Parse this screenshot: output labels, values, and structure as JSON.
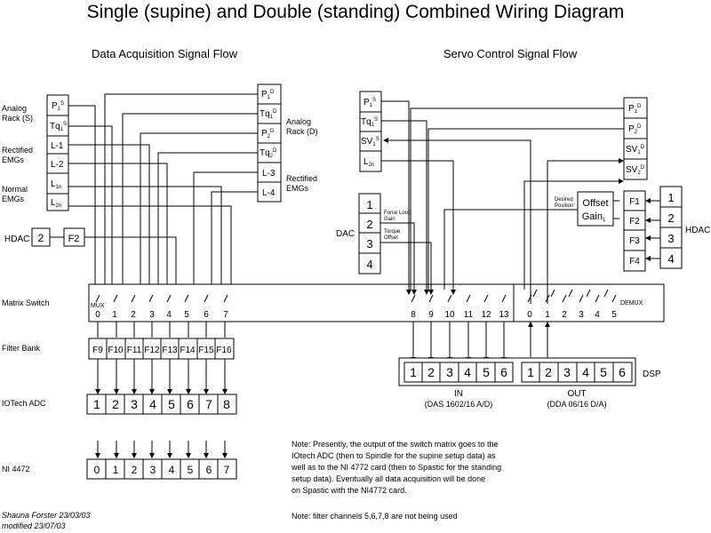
{
  "title": "Single (supine) and Double (standing) Combined Wiring Diagram",
  "data_acq": {
    "heading": "Data Acquisition Signal Flow",
    "group_analog_s": [
      "Analog",
      "Rack (S)"
    ],
    "group_rectified": [
      "Rectified",
      "EMGs"
    ],
    "group_normal": [
      "Normal",
      "EMGs"
    ],
    "left_sources": [
      {
        "label": "P",
        "sub": "1",
        "sup": "S"
      },
      {
        "label": "Tq",
        "sub": "1",
        "sup": "S"
      },
      {
        "label": "L-1"
      },
      {
        "label": "L-2"
      },
      {
        "label": "L",
        "sub": "1n"
      },
      {
        "label": "L",
        "sub": "2n"
      }
    ],
    "right_sources": [
      {
        "label": "P",
        "sub": "1",
        "sup": "D"
      },
      {
        "label": "Tq",
        "sub": "1",
        "sup": "D"
      },
      {
        "label": "P",
        "sub": "2",
        "sup": "D"
      },
      {
        "label": "Tq",
        "sub": "2",
        "sup": "D"
      },
      {
        "label": "L-3"
      },
      {
        "label": "L-4"
      }
    ],
    "group_analog_d": [
      "Analog",
      "Rack (D)"
    ],
    "group_rectified_right": [
      "Rectified",
      "EMGs"
    ],
    "hdac_label": "HDAC",
    "hdac_channel": "2",
    "hdac_filter": "F2"
  },
  "servo": {
    "heading": "Servo Control Signal Flow",
    "left_sources": [
      {
        "label": "P",
        "sub": "1",
        "sup": "S"
      },
      {
        "label": "Tq",
        "sub": "1",
        "sup": "S"
      },
      {
        "label": "SV",
        "sub": "1",
        "sup": "S"
      },
      {
        "label": "L",
        "sub": "2n"
      }
    ],
    "right_sources": [
      {
        "label": "P",
        "sub": "1",
        "sup": "D"
      },
      {
        "label": "P",
        "sub": "2",
        "sup": "D"
      },
      {
        "label": "SV",
        "sub": "1",
        "sup": "D"
      },
      {
        "label": "SV",
        "sub": "2",
        "sup": "D"
      }
    ],
    "dac_label": "DAC",
    "dac_channels": [
      "1",
      "2",
      "3",
      "4"
    ],
    "force_loop_gain": [
      "Force Loop",
      "Gain"
    ],
    "torque_offset": [
      "Torque",
      "Offset"
    ],
    "desired_position": [
      "Desired",
      "Position"
    ],
    "offset_gain": [
      "Offset",
      "Gain"
    ],
    "offset_gain_sub": "1",
    "filters": [
      "F1",
      "F2",
      "F3",
      "F4"
    ],
    "hdac_channels": [
      "1",
      "2",
      "3",
      "4"
    ],
    "hdac_label": "HDAC"
  },
  "matrix": {
    "label": "Matrix Switch",
    "mux_label": "MUX",
    "demux_label": "DEMUX",
    "mux_channels": [
      "0",
      "1",
      "2",
      "3",
      "4",
      "5",
      "6",
      "7"
    ],
    "right_channels": [
      "8",
      "9",
      "10",
      "11",
      "12",
      "13"
    ],
    "demux_channels": [
      "0",
      "1",
      "2",
      "3",
      "4",
      "5"
    ]
  },
  "filter_bank": {
    "label": "Filter Bank",
    "filters": [
      "F9",
      "F10",
      "F11",
      "F12",
      "F13",
      "F14",
      "F15",
      "F16"
    ]
  },
  "iotech": {
    "label": "IOTech ADC",
    "channels": [
      "1",
      "2",
      "3",
      "4",
      "5",
      "6",
      "7",
      "8"
    ]
  },
  "ni": {
    "label": "NI 4472",
    "channels": [
      "0",
      "1",
      "2",
      "3",
      "4",
      "5",
      "6",
      "7"
    ]
  },
  "dsp": {
    "label": "DSP",
    "in_channels": [
      "1",
      "2",
      "3",
      "4",
      "5",
      "6"
    ],
    "out_channels": [
      "1",
      "2",
      "3",
      "4",
      "5",
      "6"
    ],
    "in_label": "IN",
    "in_sub": "(DAS 1602/16 A/D)",
    "out_label": "OUT",
    "out_sub": "(DDA 06/16 D/A)"
  },
  "notes": {
    "note1": [
      "Note: Presently, the output of the switch matrix goes to the",
      "IOtech ADC (then to Spindle for the supine setup data) as",
      "well as to the NI 4772 card (then to Spastic for the standing",
      "setup data).  Eventually all data acquisition will be done",
      "on Spastic with the NI4772 card."
    ],
    "note2": "Note: filter channels 5,6,7,8 are not being used"
  },
  "author": {
    "line1": "Shauna Forster 23/03/03",
    "line2": "modified 23/07/03"
  }
}
